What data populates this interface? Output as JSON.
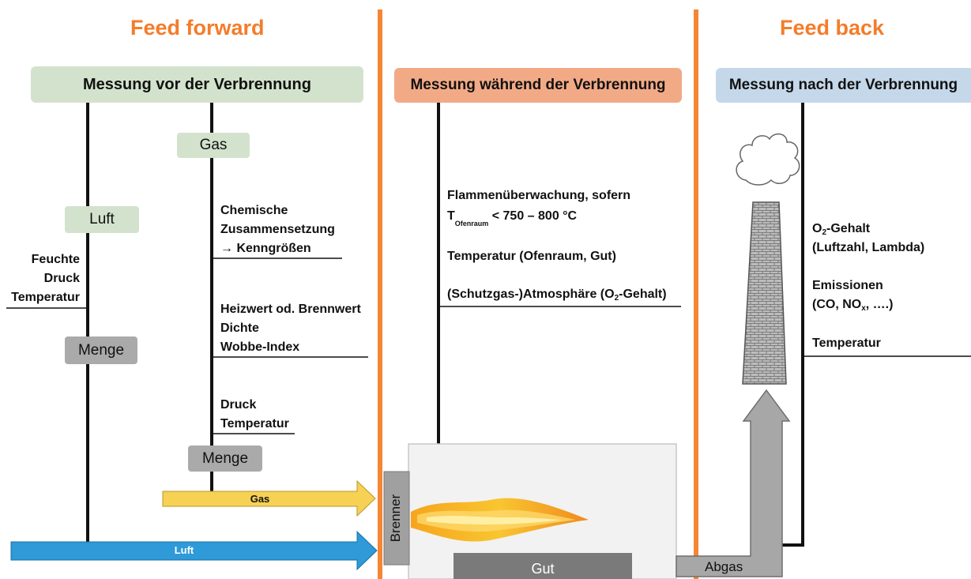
{
  "headings": {
    "feed_forward": "Feed forward",
    "feed_back": "Feed back"
  },
  "sections": {
    "before": "Messung vor der Verbrennung",
    "during": "Messung während der Verbrennung",
    "after": "Messung nach der Verbrennung"
  },
  "boxes": {
    "gas": "Gas",
    "luft": "Luft",
    "menge_luft": "Menge",
    "menge_gas": "Menge",
    "gut": "Gut",
    "brenner": "Brenner",
    "abgas": "Abgas"
  },
  "arrows": {
    "gas": "Gas",
    "luft": "Luft"
  },
  "luft_params": {
    "line1": "Feuchte",
    "line2": "Druck",
    "line3": "Temperatur"
  },
  "gas_params": {
    "group1": [
      "Chemische",
      "Zusammensetzung",
      "→ Kenngrößen"
    ],
    "group2": [
      "Heizwert od. Brennwert",
      "Dichte",
      "Wobbe-Index"
    ],
    "group3": [
      "Druck",
      "Temperatur"
    ]
  },
  "during_params": {
    "flame_line1": "Flammenüberwachung, sofern",
    "flame_t": "T",
    "flame_sub": "Ofenraum",
    "flame_rest": " < 750 – 800 °C",
    "temperature": "Temperatur (Ofenraum, Gut)",
    "atm_a": "(Schutzgas-)Atmosphäre (O",
    "atm_sub": "2",
    "atm_b": "-Gehalt)"
  },
  "after_params": {
    "o2_a": "O",
    "o2_sub": "2",
    "o2_b": "-Gehalt",
    "o2_line2": "(Luftzahl, Lambda)",
    "emissions": "Emissionen",
    "em_a": "(CO, NO",
    "em_sub": "x",
    "em_b": ", ….)",
    "temperature": "Temperatur"
  },
  "colors": {
    "orange_heading": "#f47c2a",
    "divider": "#f58634",
    "green_box": "#d3e2cd",
    "salmon_box": "#f2aa86",
    "blue_box": "#c5d8ea",
    "grey_box": "#aaaaaa",
    "gas_arrow": "#f7d154",
    "luft_arrow": "#2e9ad8",
    "exhaust_arrow": "#a7a7a7",
    "furnace": "#f2f2f2"
  }
}
